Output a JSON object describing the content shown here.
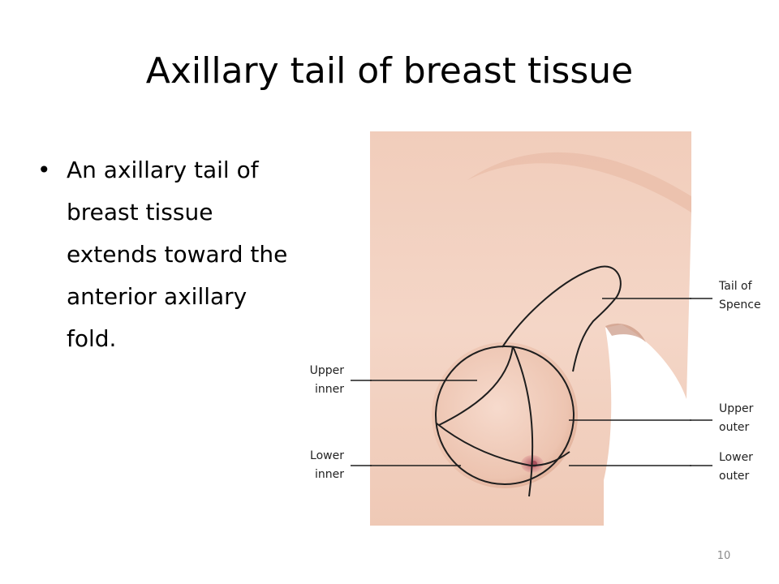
{
  "slide": {
    "title": "Axillary tail of breast tissue",
    "bullet": "An axillary tail of breast tissue extends toward the anterior axillary fold.",
    "page_number": "10"
  },
  "figure": {
    "labels": {
      "tail_of_spence": "Tail of\nSpence",
      "upper_inner": "Upper\ninner",
      "lower_inner": "Lower\ninner",
      "upper_outer": "Upper\nouter",
      "lower_outer": "Lower\nouter"
    },
    "colors": {
      "skin_light": "#f4d5c6",
      "skin_mid": "#e8bba6",
      "skin_shadow": "#d9a48e",
      "outline": "#1e1e1e",
      "areola": "#c87c80"
    }
  }
}
